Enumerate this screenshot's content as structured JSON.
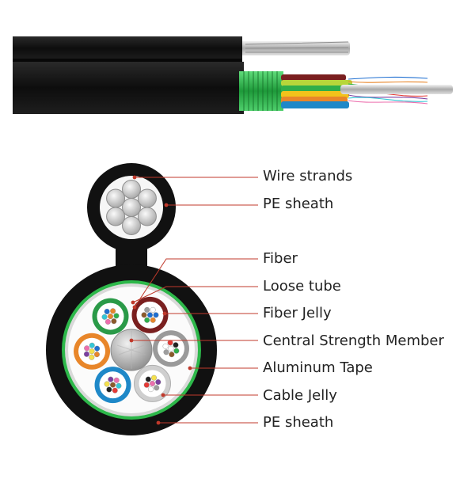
{
  "colors": {
    "sheath": "#121212",
    "wire": "#c7c7c7",
    "armor_green": "#2db84a",
    "aluminum": "#d9d9d9",
    "leader_line": "#c0392b",
    "label_text": "#222222"
  },
  "labels": [
    "Wire strands",
    "PE sheath",
    "Fiber",
    "Loose tube",
    "Fiber Jelly",
    "Central Strength Member",
    "Aluminum Tape",
    "Cable Jelly",
    "PE sheath"
  ],
  "loose_tube_colors": [
    "#7a1f1f",
    "#9a9a9a",
    "#ffffff",
    "#1e88c8",
    "#e8862a",
    "#2a9a48"
  ],
  "fiber_colors": [
    "#1f6fd1",
    "#e8862a",
    "#2fae4a",
    "#8b5a2b",
    "#9e9e9e",
    "#ffffff",
    "#e53935",
    "#222222",
    "#f4e04d",
    "#7b3fa0",
    "#ec6fae",
    "#33c7d6"
  ]
}
